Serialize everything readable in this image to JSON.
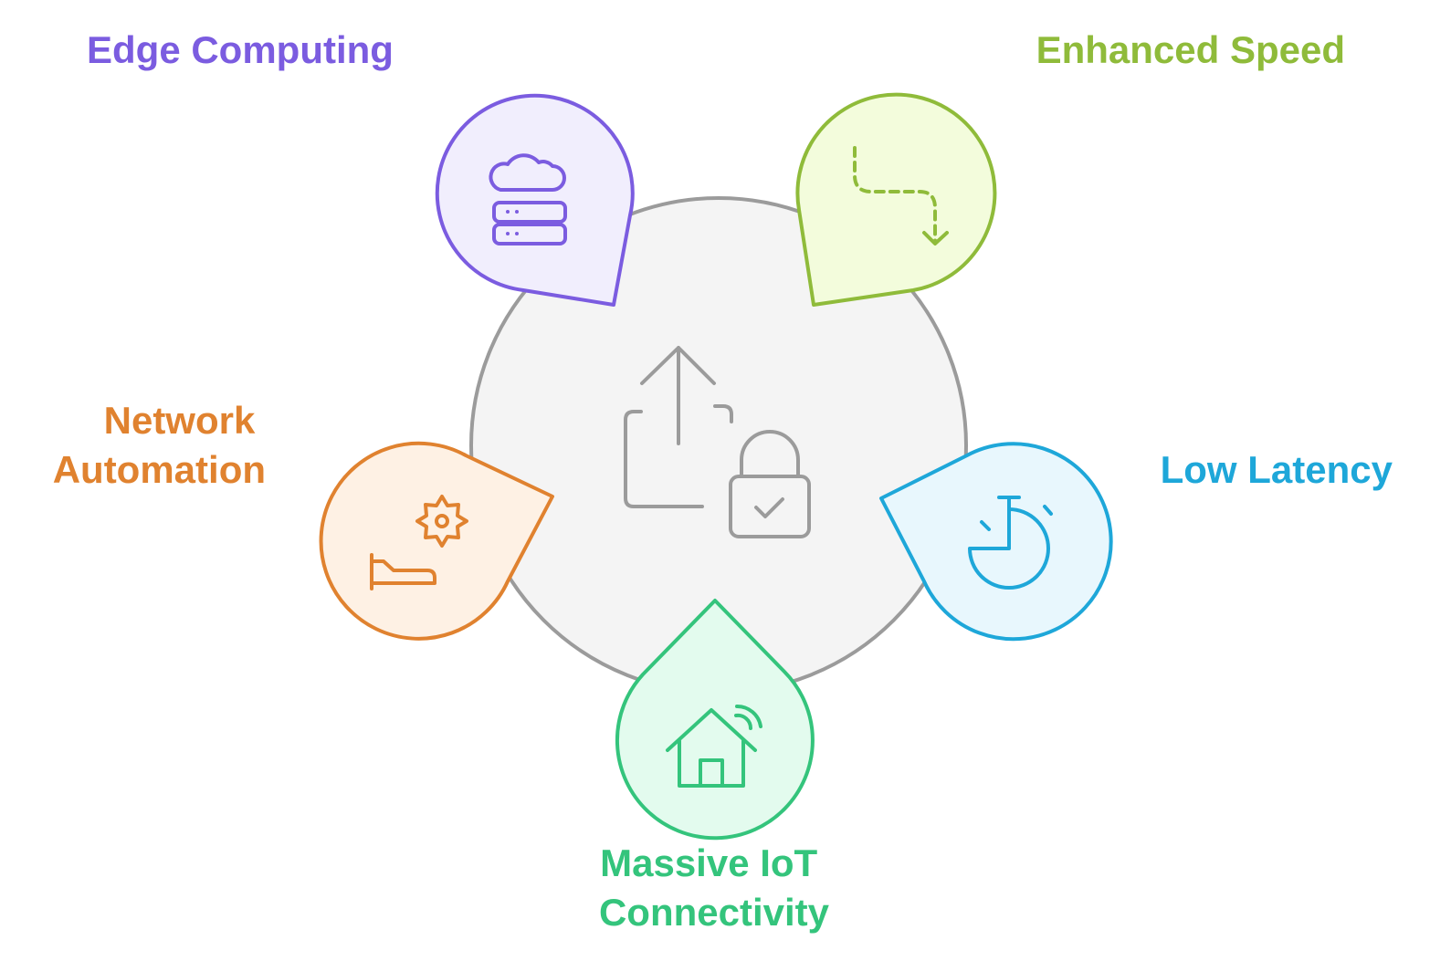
{
  "hub": {
    "icon": "upload-lock-icon",
    "fill": "#f4f4f4",
    "stroke": "#9b9b9b"
  },
  "nodes": [
    {
      "id": "edge-computing",
      "lines": [
        "Edge Computing"
      ],
      "icon": "cloud-server-icon",
      "color": "#7b5ce0",
      "fill": "#f1eefd"
    },
    {
      "id": "enhanced-speed",
      "lines": [
        "Enhanced Speed"
      ],
      "icon": "dashed-route-arrow-icon",
      "color": "#8fbb3a",
      "fill": "#f3fcdc"
    },
    {
      "id": "low-latency",
      "lines": [
        "Low Latency"
      ],
      "icon": "stopwatch-icon",
      "color": "#1ea7d9",
      "fill": "#e8f7fd"
    },
    {
      "id": "massive-iot",
      "lines": [
        "Massive IoT",
        "Connectivity"
      ],
      "icon": "smart-home-icon",
      "color": "#34c47c",
      "fill": "#e3fbee"
    },
    {
      "id": "network-automation",
      "lines": [
        "Network",
        "Automation"
      ],
      "icon": "gear-conveyor-icon",
      "color": "#e0822f",
      "fill": "#fef1e4"
    }
  ]
}
